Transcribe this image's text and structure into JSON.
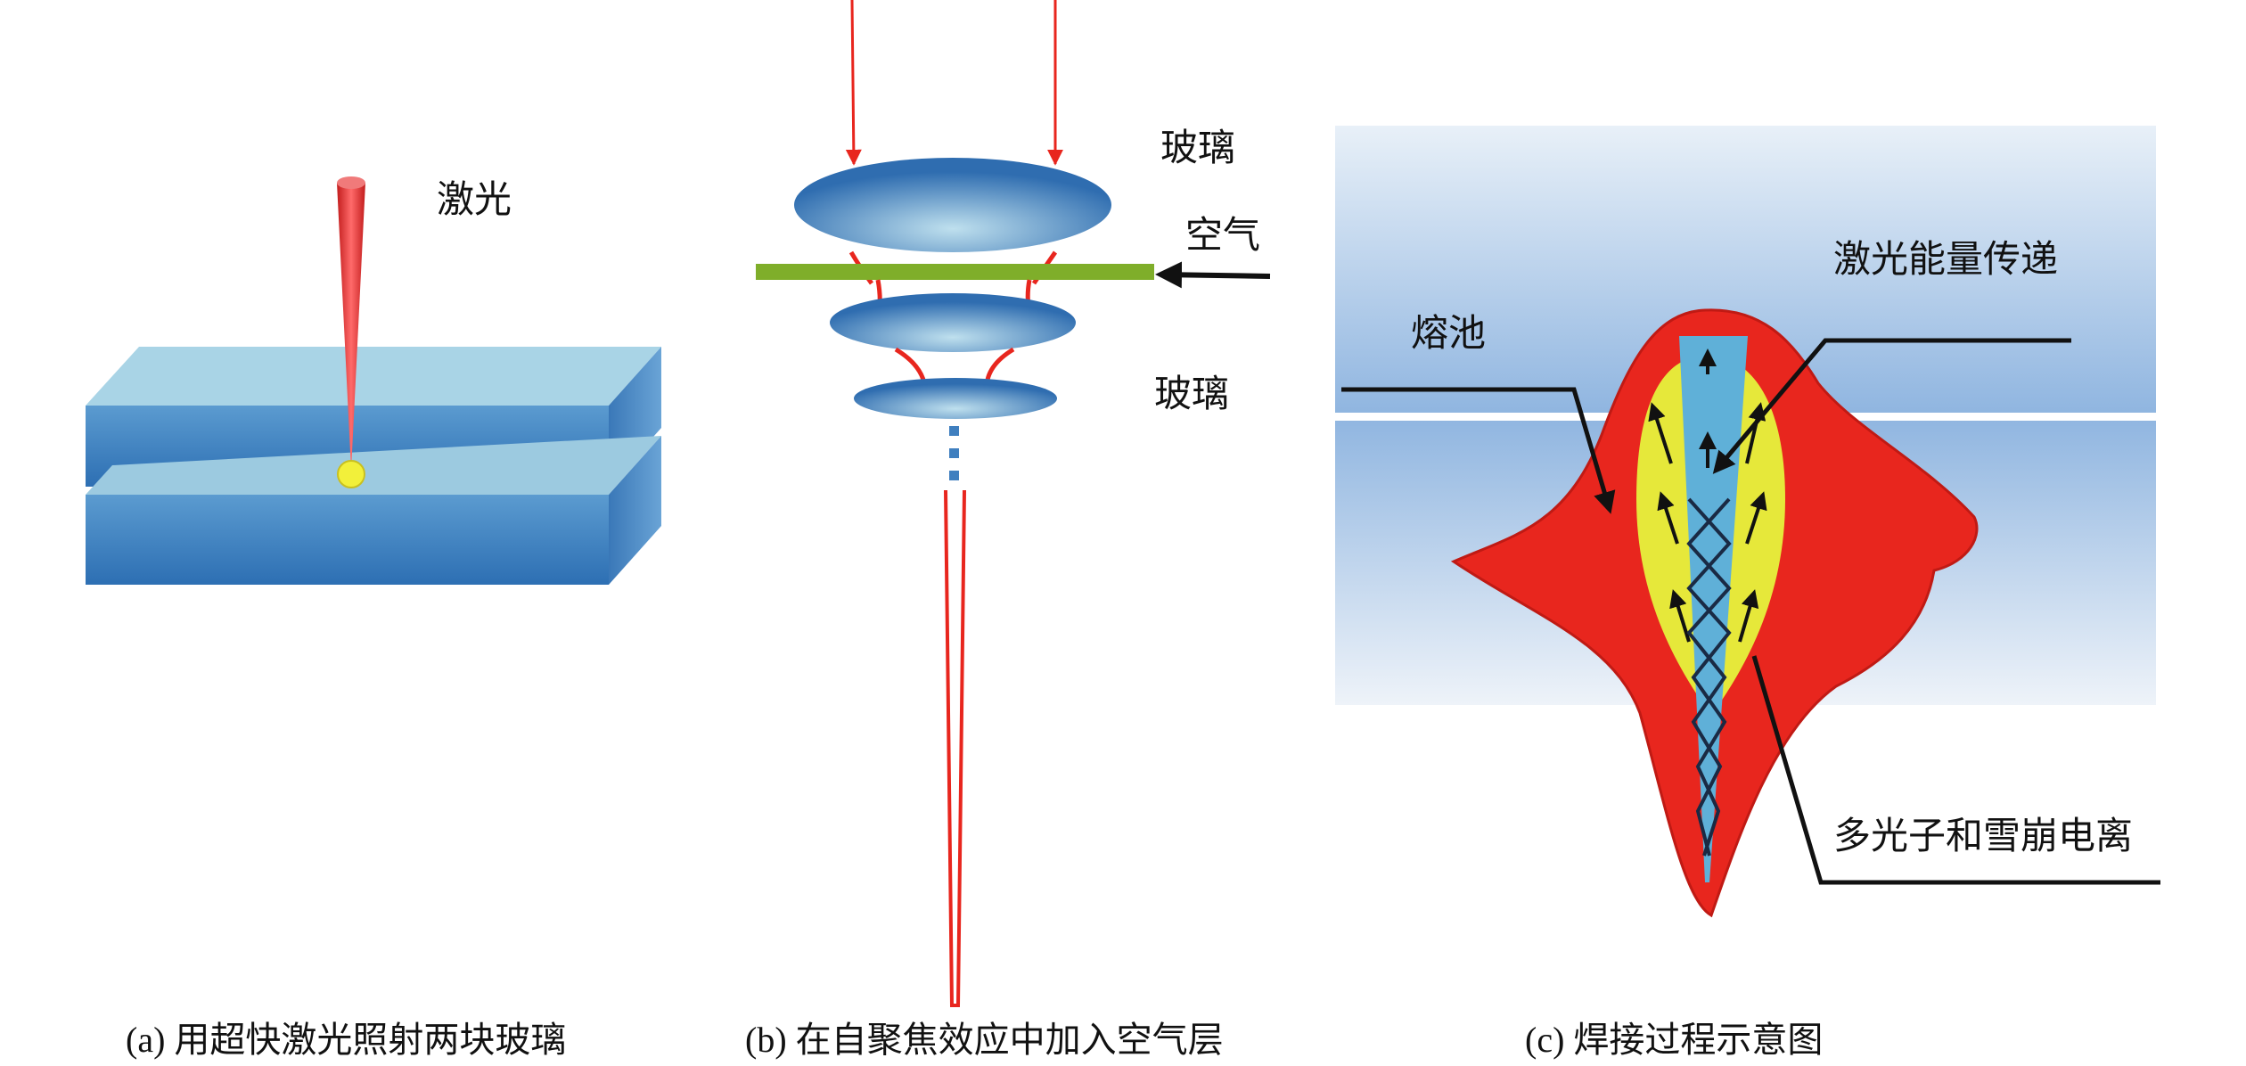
{
  "panel_a": {
    "label_laser": "激光",
    "caption": "(a) 用超快激光照射两块玻璃"
  },
  "panel_b": {
    "label_glass_top": "玻璃",
    "label_air": "空气",
    "label_glass_bottom": "玻璃",
    "caption": "(b) 在自聚焦效应中加入空气层"
  },
  "panel_c": {
    "label_melt_pool": "熔池",
    "label_energy_transfer": "激光能量传递",
    "label_ionization": "多光子和雪崩电离",
    "caption": "(c) 焊接过程示意图"
  },
  "colors": {
    "laser_red": "#e8261e",
    "glass_blue": "#3f7fbf",
    "air_green": "#7fae2a",
    "melt_yellow": "#e6e83a"
  }
}
